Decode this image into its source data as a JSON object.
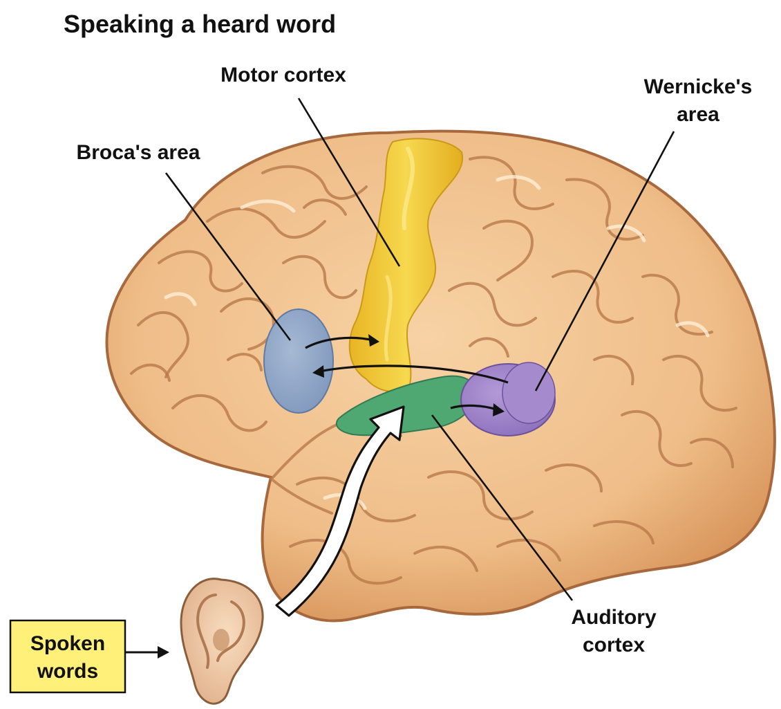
{
  "title": "Speaking a heard word",
  "labels": {
    "motor_cortex": "Motor cortex",
    "wernicke_line1": "Wernicke's",
    "wernicke_line2": "area",
    "broca": "Broca's area",
    "auditory_line1": "Auditory",
    "auditory_line2": "cortex",
    "spoken_line1": "Spoken",
    "spoken_line2": "words"
  },
  "colors": {
    "brain": "#efbd88",
    "brain_outline": "#a8683d",
    "motor_cortex": "#f2c93a",
    "broca": "#8aa2c4",
    "wernicke": "#9a7fc4",
    "auditory": "#4fa872",
    "label_box": "#fff07a",
    "ear": "#f3d2b0"
  },
  "icons": {
    "ear": "ear-icon",
    "input_arrow": "hollow-arrow-icon"
  }
}
